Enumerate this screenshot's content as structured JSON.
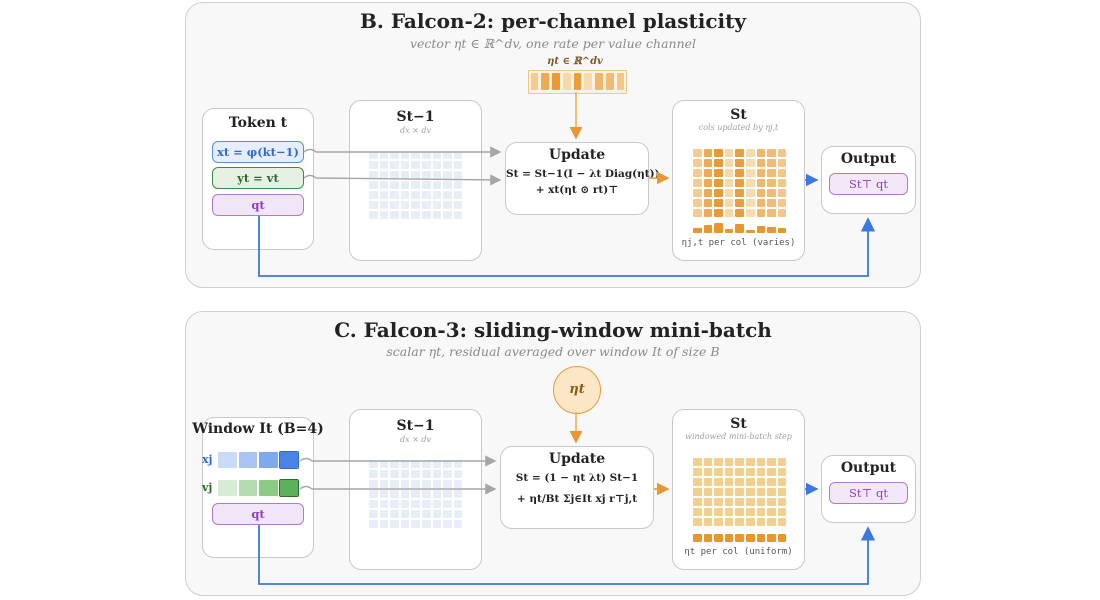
{
  "panel_b": {
    "title": "B. Falcon-2: per-channel plasticity",
    "subtitle": "vector ηt ∈ ℝ^dv, one rate per value channel",
    "eta_label": "ηt ∈ ℝ^dv",
    "token_title": "Token t",
    "chip_x": "xt = φ(kt−1)",
    "chip_y": "yt = vt",
    "chip_q": "qt",
    "prev_title": "St−1",
    "prev_sub": "dx × dv",
    "update_title": "Update",
    "update_eq1": "St = St−1(I − λt Diag(ηt))",
    "update_eq2": "+ xt(ηt ⊙ rt)⊤",
    "state_title": "St",
    "state_sub": "cols updated by ηj,t",
    "state_caption": "ηj,t per col (varies)",
    "output_title": "Output",
    "output_chip": "St⊤ qt"
  },
  "panel_c": {
    "title": "C. Falcon-3: sliding-window mini-batch",
    "subtitle": "scalar ηt, residual averaged over window It of size B",
    "eta_circle": "ηt",
    "window_title": "Window It (B=4)",
    "row_x": "xj",
    "row_v": "vj",
    "chip_q": "qt",
    "prev_title": "St−1",
    "prev_sub": "dx × dv",
    "update_title": "Update",
    "update_eq1": "St = (1 − ηt λt) St−1",
    "update_eq2": "+ ηt/Bt Σj∈It xj r⊤j,t",
    "state_title": "St",
    "state_sub": "windowed mini-batch step",
    "state_caption": "ηt per col (uniform)",
    "output_title": "Output",
    "output_chip": "St⊤ qt"
  },
  "colors": {
    "blue": "#3b78e0",
    "gray_arrow": "#a6a6a6",
    "orange": "#e8962f",
    "orange_light": "#f6d9a9",
    "x_blues": [
      "#c9dbf6",
      "#a9c6f2",
      "#7ea9ec",
      "#4a82e6"
    ],
    "v_greens": [
      "#d6ecd4",
      "#b5dcb1",
      "#8ccb86",
      "#5bb25a"
    ]
  },
  "channel_rates": [
    0.35,
    0.75,
    0.95,
    0.2,
    0.9,
    0.15,
    0.6,
    0.55,
    0.4
  ],
  "window_size": 4
}
